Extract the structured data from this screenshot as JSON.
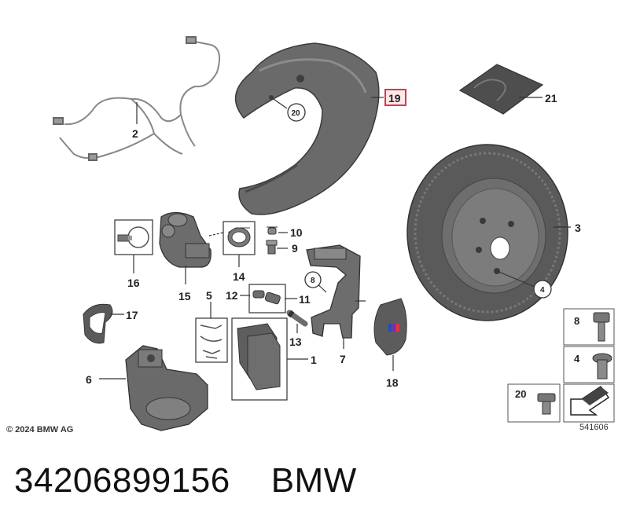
{
  "callouts": {
    "c1": "1",
    "c2": "2",
    "c3": "3",
    "c4": "4",
    "c5": "5",
    "c6": "6",
    "c7": "7",
    "c8": "8",
    "c9": "9",
    "c10": "10",
    "c11": "11",
    "c12": "12",
    "c13": "13",
    "c14": "14",
    "c15": "15",
    "c16": "16",
    "c17": "17",
    "c18": "18",
    "c19": "19",
    "c20": "20",
    "c21": "21"
  },
  "hardware_box": {
    "row1": "8",
    "row2": "4",
    "row3": "20"
  },
  "copyright": "© 2024 BMW AG",
  "diagram_id": "541606",
  "footer": {
    "part_number": "34206899156",
    "brand": "BMW"
  },
  "colors": {
    "highlight": "#e0344a",
    "part_gray": "#6f6f6f",
    "disc_dark": "#555555"
  }
}
